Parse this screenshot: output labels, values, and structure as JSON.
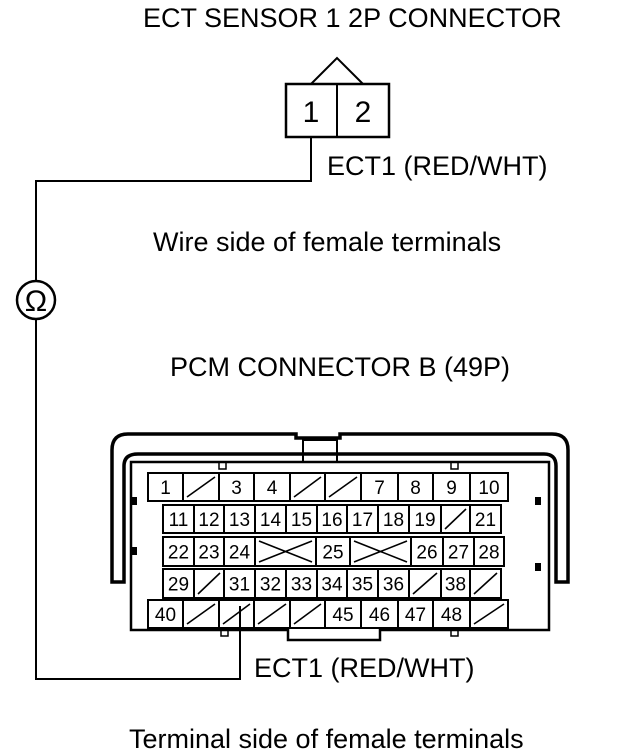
{
  "ect_connector": {
    "title": "ECT SENSOR 1 2P CONNECTOR",
    "terminals": [
      "1",
      "2"
    ],
    "wire_label": "ECT1 (RED/WHT)",
    "view_caption": "Wire side of female terminals"
  },
  "meter": {
    "symbol": "Ω"
  },
  "pcm_connector": {
    "title": "PCM CONNECTOR B (49P)",
    "wire_label": "ECT1 (RED/WHT)",
    "view_caption": "Terminal side of female terminals",
    "rows": [
      [
        "1",
        "-",
        "3",
        "4",
        "-",
        "-",
        "7",
        "8",
        "9",
        "10"
      ],
      [
        "11",
        "12",
        "13",
        "14",
        "15",
        "16",
        "17",
        "18",
        "19",
        "-",
        "21"
      ],
      [
        "22",
        "23",
        "24",
        "X",
        "25",
        "X",
        "26",
        "27",
        "28"
      ],
      [
        "29",
        "-",
        "31",
        "32",
        "33",
        "34",
        "35",
        "36",
        "-",
        "38",
        "-"
      ],
      [
        "40",
        "-",
        "-",
        "-",
        "-",
        "45",
        "46",
        "47",
        "48",
        "-"
      ]
    ]
  }
}
